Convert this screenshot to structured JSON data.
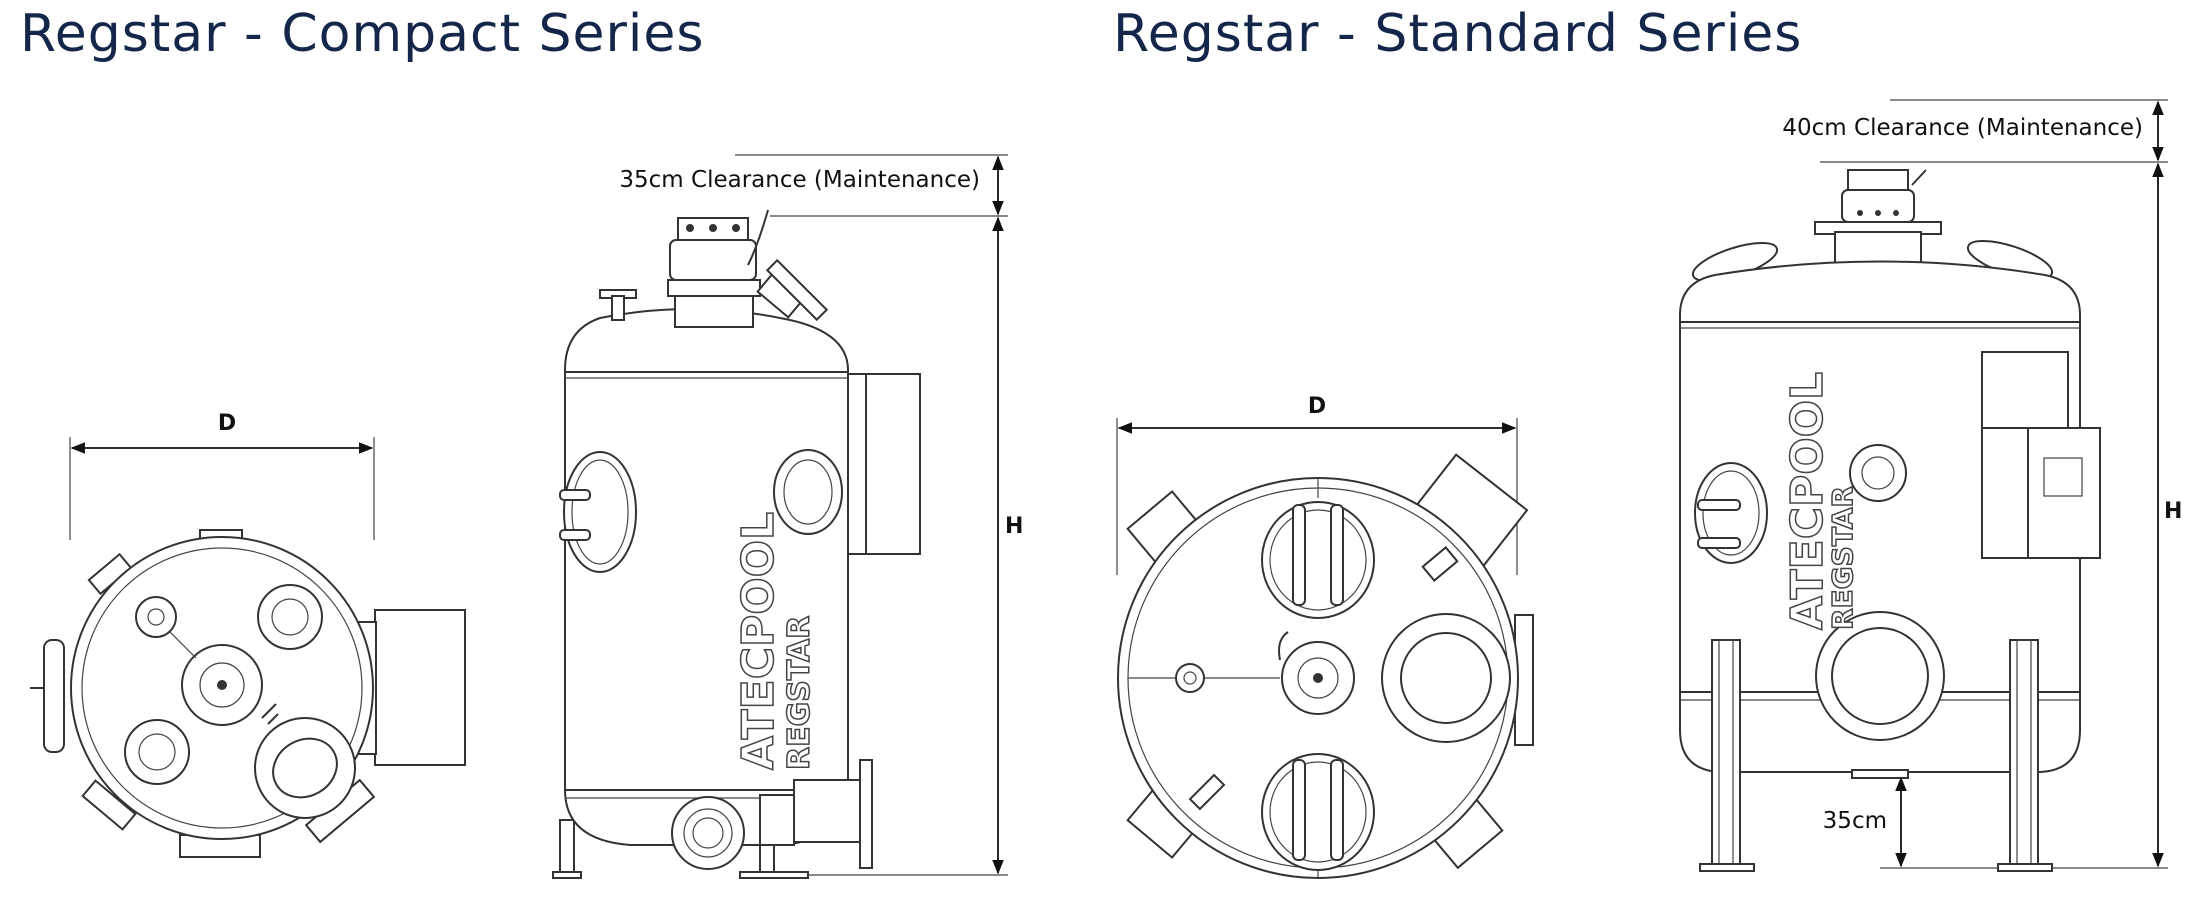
{
  "compact": {
    "title": "Regstar - Compact Series",
    "clearance": "35cm Clearance (Maintenance)",
    "d_label": "D",
    "h_label": "H",
    "brand": "ATECPOOL",
    "model": "REGSTAR"
  },
  "standard": {
    "title": "Regstar - Standard Series",
    "clearance": "40cm Clearance (Maintenance)",
    "d_label": "D",
    "h_label": "H",
    "leg_height": "35cm",
    "brand": "ATECPOOL",
    "model": "REGSTAR"
  }
}
